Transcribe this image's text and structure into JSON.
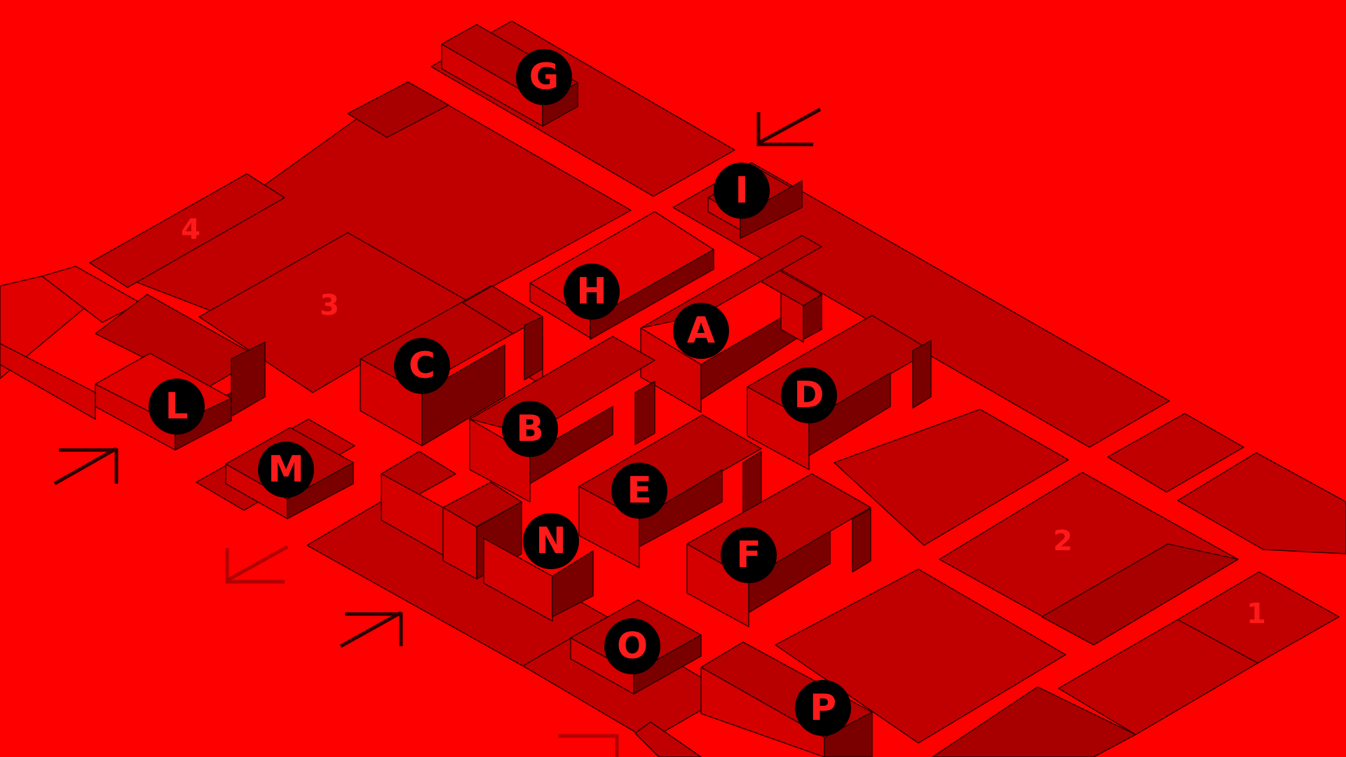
{
  "markers": [
    {
      "label": "G"
    },
    {
      "label": "I"
    },
    {
      "label": "H"
    },
    {
      "label": "A"
    },
    {
      "label": "C"
    },
    {
      "label": "D"
    },
    {
      "label": "L"
    },
    {
      "label": "B"
    },
    {
      "label": "M"
    },
    {
      "label": "E"
    },
    {
      "label": "N"
    },
    {
      "label": "F"
    },
    {
      "label": "O"
    },
    {
      "label": "P"
    }
  ],
  "zones": [
    {
      "label": "4"
    },
    {
      "label": "3"
    },
    {
      "label": "2"
    },
    {
      "label": "1"
    }
  ],
  "colors": {
    "background": "#ff0000",
    "marker_fill": "#000000",
    "marker_text": "#ff1a1a",
    "outline": "#2a0000"
  },
  "icons": [
    "arrow-icon"
  ]
}
